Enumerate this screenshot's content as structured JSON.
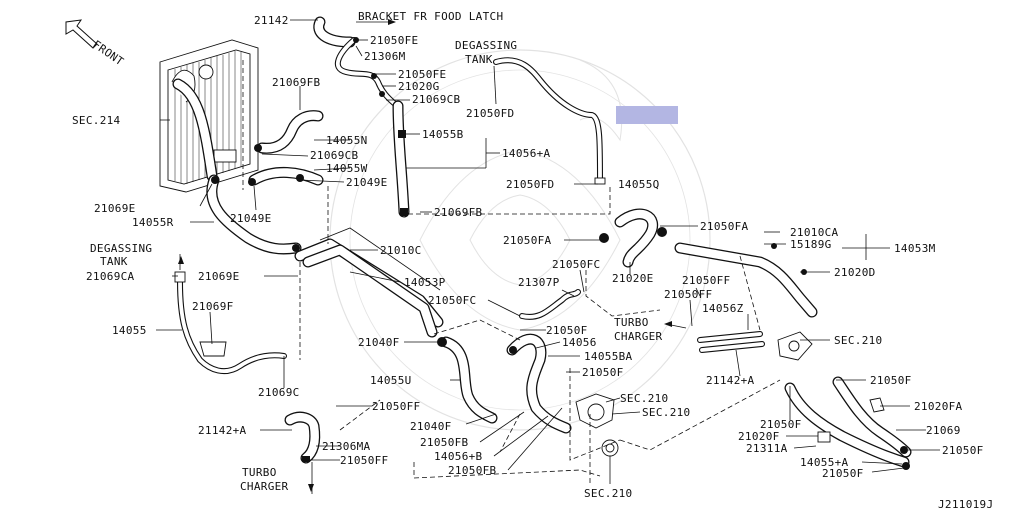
{
  "diagram": {
    "code": "J211019J",
    "front_label": "FRONT",
    "highlight_color": "#b3b6e3",
    "labels": [
      "21142",
      "BRACKET FR FOOD LATCH",
      "21050FE",
      "21306M",
      "DEGASSING",
      "TANK",
      "21050FE",
      "21020G",
      "21069CB",
      "21069FB",
      "21050FD",
      "SEC.214",
      "14055N",
      "14055B",
      "21069CB",
      "14056+A",
      "14055W",
      "21049E",
      "21050FD",
      "14055Q",
      "21069E",
      "21069FB",
      "14055R",
      "21049E",
      "21050FA",
      "21010CA",
      "21050FA",
      "15189G",
      "14053M",
      "21010C",
      "DEGASSING",
      "TANK",
      "21020E",
      "21050FC",
      "21020D",
      "21069CA",
      "21069E",
      "14053P",
      "21307P",
      "21050FF",
      "21050FF",
      "21069F",
      "21050FC",
      "14056Z",
      "14055",
      "TURBO",
      "CHARGER",
      "21050F",
      "SEC.210",
      "21040F",
      "14056",
      "14055BA",
      "21050F",
      "21142+A",
      "21069C",
      "14055U",
      "SEC.210",
      "21050F",
      "SEC.210",
      "21020FA",
      "21050FF",
      "21040F",
      "21142+A",
      "21050F",
      "21069",
      "21050FB",
      "21306MA",
      "21020F",
      "21050F",
      "14056+B",
      "21311A",
      "21050FF",
      "21050FB",
      "14055+A",
      "TURBO",
      "CHARGER",
      "21050F",
      "SEC.210"
    ]
  }
}
